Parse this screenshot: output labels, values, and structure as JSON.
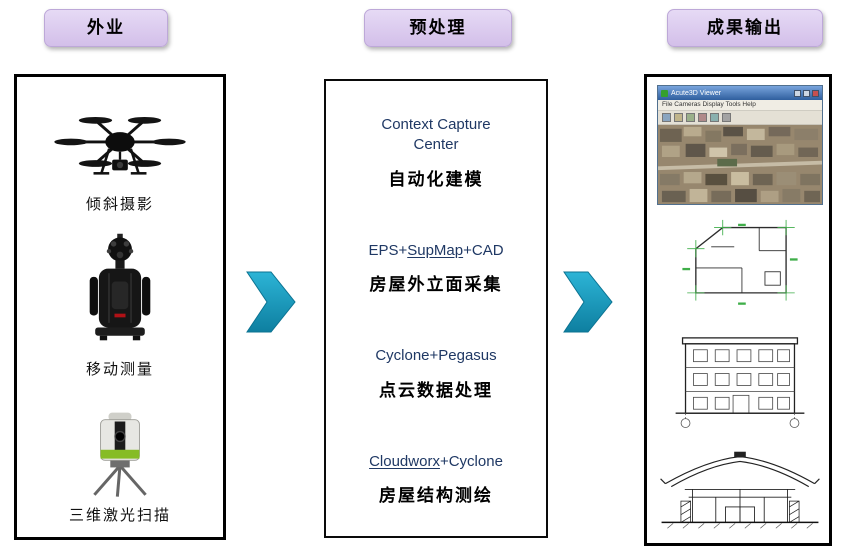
{
  "headers": [
    {
      "label": "外业"
    },
    {
      "label": "预处理"
    },
    {
      "label": "成果输出"
    }
  ],
  "field_column": {
    "items": [
      {
        "icon": "drone-icon",
        "label": "倾斜摄影"
      },
      {
        "icon": "mobile-mapping-backpack-icon",
        "label": "移动测量"
      },
      {
        "icon": "laser-scanner-icon",
        "label": "三维激光扫描"
      }
    ]
  },
  "process_column": {
    "groups": [
      {
        "tool": "Context Capture Center",
        "task": "自动化建模"
      },
      {
        "tool_parts": [
          {
            "text": "EPS+"
          },
          {
            "text": "SupMap",
            "underline": true
          },
          {
            "text": "+CAD"
          }
        ],
        "task": "房屋外立面采集"
      },
      {
        "tool": "Cyclone+Pegasus",
        "task": "点云数据处理"
      },
      {
        "tool_parts": [
          {
            "text": "Cloudworx",
            "underline": true
          },
          {
            "text": "+Cyclone"
          }
        ],
        "task": "房屋结构测绘"
      }
    ]
  },
  "output_column": {
    "viewer": {
      "title": "Acute3D Viewer",
      "menu": "File  Cameras  Display  Tools  Help"
    },
    "items": [
      "3d-mesh-viewer-screenshot",
      "floor-plan-drawing",
      "elevation-drawing",
      "section-drawing"
    ]
  },
  "colors": {
    "header_bg": "#d3bfe9",
    "arrow_teal": "#1593b4",
    "tool_text": "#1f3864",
    "task_text": "#000000",
    "box_border": "#000000",
    "cad_green": "#3fae49"
  }
}
